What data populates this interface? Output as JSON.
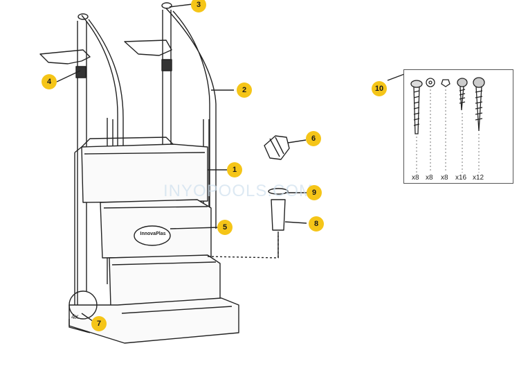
{
  "watermark": "INYOPOOLS.COM",
  "callouts": [
    {
      "id": "1"
    },
    {
      "id": "2"
    },
    {
      "id": "3"
    },
    {
      "id": "4"
    },
    {
      "id": "5"
    },
    {
      "id": "6"
    },
    {
      "id": "7"
    },
    {
      "id": "8"
    },
    {
      "id": "9"
    },
    {
      "id": "10"
    }
  ],
  "hardware_quantities": [
    "x8",
    "x8",
    "x8",
    "x16",
    "x12"
  ],
  "base_pad_quantity": "4x",
  "step_logo_text": "InnovaPlas",
  "accent_color": "#f5c518"
}
